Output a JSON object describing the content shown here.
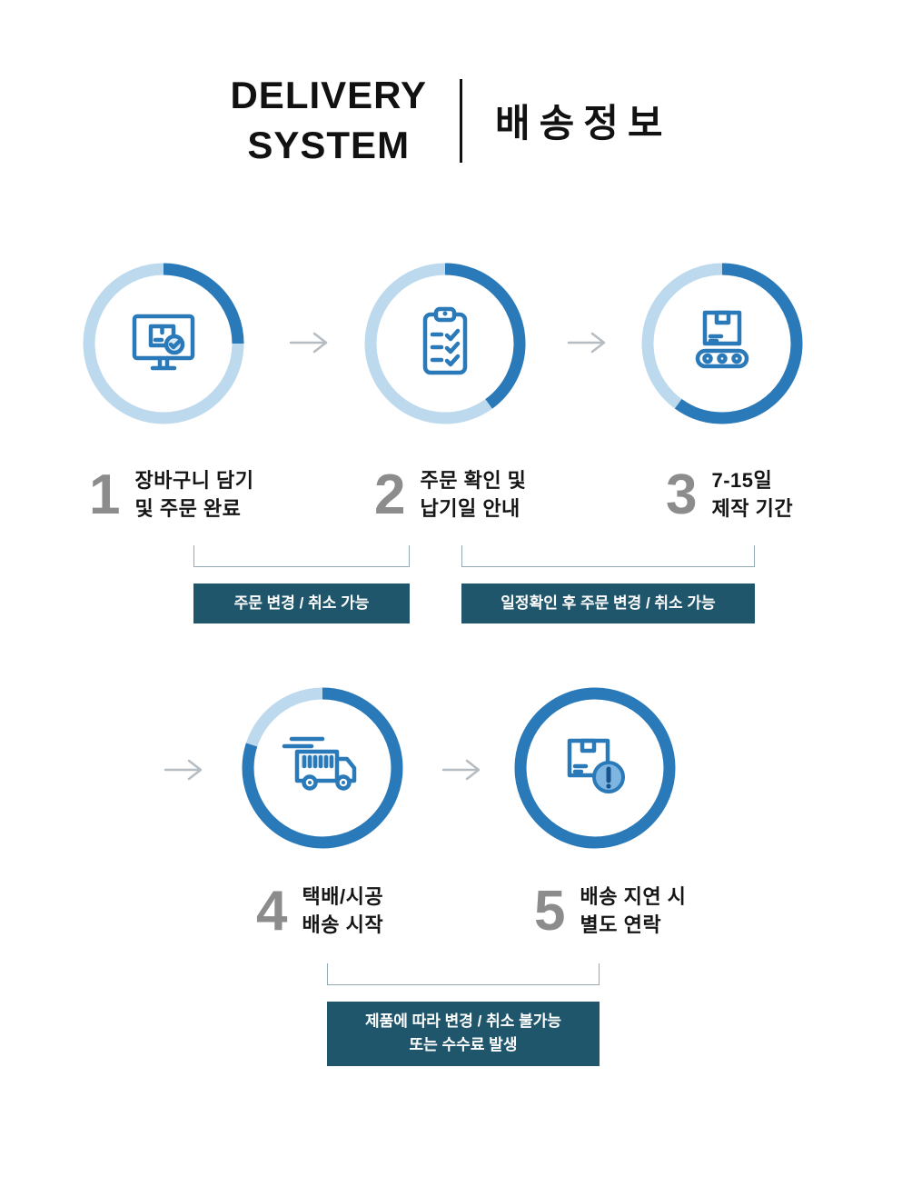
{
  "colors": {
    "accent": "#2a79b8",
    "ring_light": "#bcd9ed",
    "icon_light": "#d9eaf6",
    "note_bg": "#1f566b",
    "number_gray": "#8c8c8c",
    "arrow_gray": "#b5bcc2",
    "bracket_gray": "#93a9b4",
    "text_dark": "#151515",
    "excl_fill": "#7fb5e1",
    "excl_mark": "#17548f"
  },
  "header": {
    "title_line1": "DELIVERY",
    "title_line2": "SYSTEM",
    "subtitle": "배송정보"
  },
  "steps": [
    {
      "number": "1",
      "label_line1": "장바구니 담기",
      "label_line2": "및 주문 완료",
      "icon": "monitor-order-icon",
      "progress": 25
    },
    {
      "number": "2",
      "label_line1": "주문 확인 및",
      "label_line2": "납기일 안내",
      "icon": "checklist-icon",
      "progress": 40
    },
    {
      "number": "3",
      "label_line1": "7-15일",
      "label_line2": "제작 기간",
      "icon": "conveyor-box-icon",
      "progress": 60
    },
    {
      "number": "4",
      "label_line1": "택배/시공",
      "label_line2": "배송 시작",
      "icon": "truck-icon",
      "progress": 80
    },
    {
      "number": "5",
      "label_line1": "배송 지연 시",
      "label_line2": "별도 연락",
      "icon": "box-alert-icon",
      "progress": 100
    }
  ],
  "notes": [
    {
      "line1": "주문 변경 / 취소 가능"
    },
    {
      "line1": "일정확인 후 주문 변경 / 취소 가능"
    },
    {
      "line1": "제품에 따라 변경 / 취소 불가능",
      "line2": "또는 수수료 발생"
    }
  ]
}
